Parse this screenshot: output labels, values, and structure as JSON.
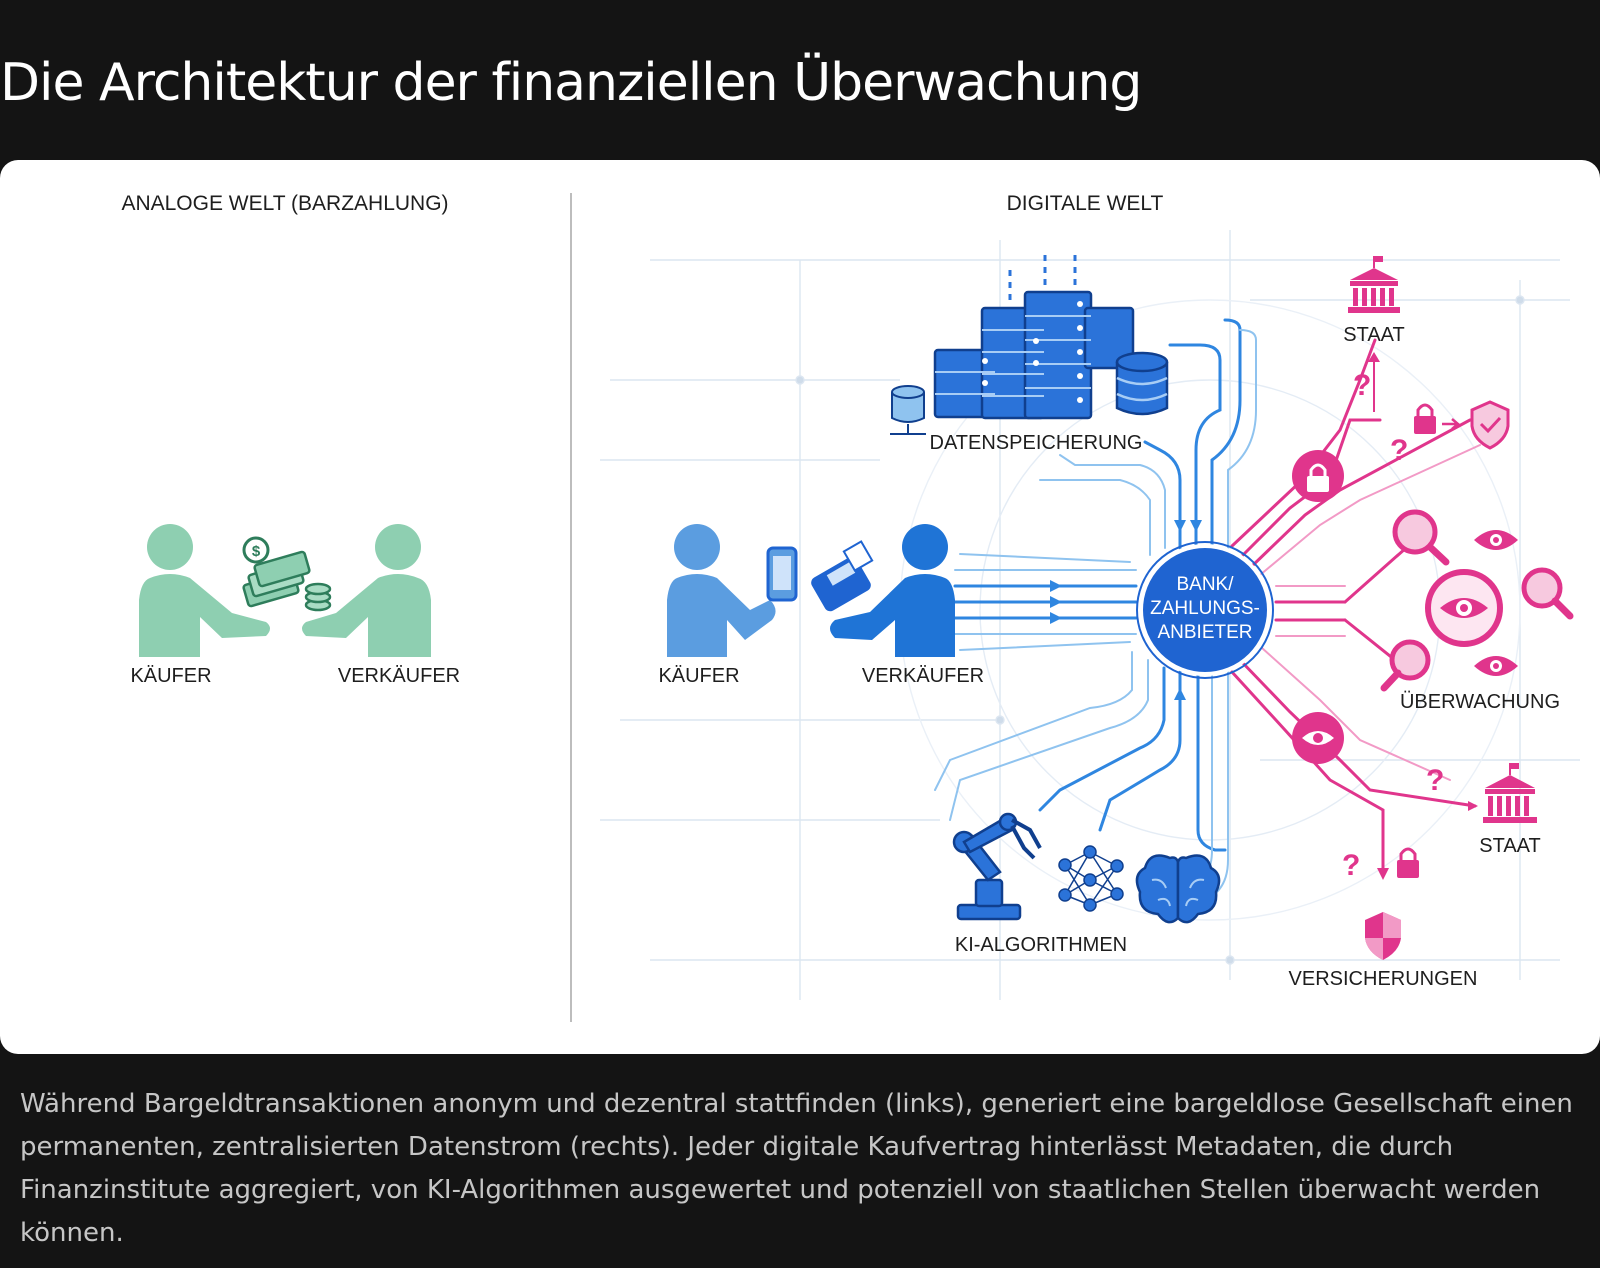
{
  "title": "Die Architektur der finanziellen Überwachung",
  "diagram": {
    "left_panel": {
      "heading": "ANALOGE WELT (BARZAHLUNG)",
      "buyer": "KÄUFER",
      "seller": "VERKÄUFER",
      "person_color": "#8ecfb1"
    },
    "right_panel": {
      "heading": "DIGITALE WELT",
      "buyer": "KÄUFER",
      "seller": "VERKÄUFER",
      "hub": [
        "BANK/",
        "ZAHLUNGS-",
        "ANBIETER"
      ],
      "storage": "DATENSPEICHERUNG",
      "ai": "KI-ALGORITHMEN",
      "state_top": "STAAT",
      "state_bottom": "STAAT",
      "surveillance": "ÜBERWACHUNG",
      "insurance": "VERSICHERUNGEN",
      "blue_color": "#1f64d1",
      "magenta_color": "#e0358c"
    }
  },
  "caption": "Während Bargeldtransaktionen anonym und dezentral stattfinden (links), generiert eine bargeldlose Gesellschaft einen permanenten, zentralisierten Datenstrom (rechts). Jeder digitale Kaufvertrag hinterlässt Metadaten, die durch Finanzinstitute aggregiert, von KI-Algorithmen ausgewertet und potenziell von staatlichen Stellen überwacht werden können."
}
